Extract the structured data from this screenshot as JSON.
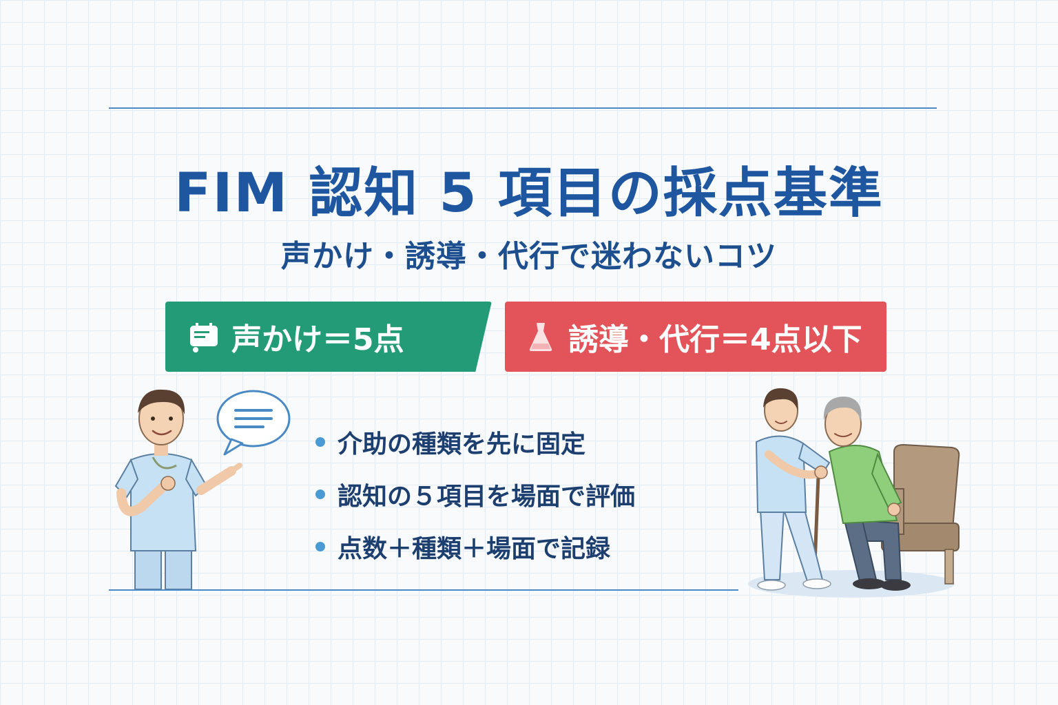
{
  "title": "FIM 認知 5 項目の採点基準",
  "subtitle": "声かけ・誘導・代行で迷わないコツ",
  "badges": {
    "green": {
      "label": "声かけ＝5点",
      "icon": "speech-card-icon",
      "color": "#249b77"
    },
    "red": {
      "label": "誘導・代行＝4点以下",
      "icon": "guide-icon",
      "color": "#e2545a"
    }
  },
  "bullets": [
    "介助の種類を先に固定",
    "認知の５項目を場面で評価",
    "点数＋種類＋場面で記録"
  ],
  "colors": {
    "title": "#1e56a0",
    "accent_rule": "#4a8ac4",
    "bullet_dot": "#4a9ad4"
  },
  "illustrations": {
    "left": "staff-giving-verbal-cue",
    "right": "staff-assisting-elderly-to-chair"
  }
}
